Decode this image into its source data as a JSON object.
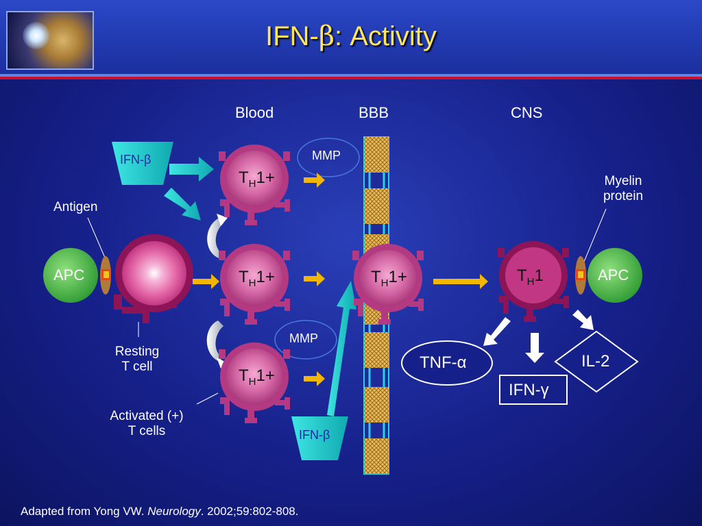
{
  "title": {
    "prefix": "IFN-",
    "beta": "β",
    "suffix": ": Activity"
  },
  "columns": {
    "blood": "Blood",
    "bbb": "BBB",
    "cns": "CNS"
  },
  "labels": {
    "antigen": "Antigen",
    "resting_line1": "Resting",
    "resting_line2": "T cell",
    "activated_line1": "Activated (+)",
    "activated_line2": "T cells",
    "myelin_line1": "Myelin",
    "myelin_line2": "protein"
  },
  "cells": {
    "apc": "APC",
    "th_T": "T",
    "th_H": "H",
    "th1_plus": "1+",
    "th1": "1"
  },
  "mmp": "MMP",
  "ifn_beta": "IFN-β",
  "cytokines": {
    "tnf": "TNF-α",
    "ifng": "IFN-γ",
    "il2": "IL-2"
  },
  "footer": {
    "prefix": "Adapted from Yong VW. ",
    "journal": "Neurology",
    "suffix": ". 2002;59:802-808."
  },
  "colors": {
    "header": "#2b48c8",
    "title": "#ffe45c",
    "apc": "#3fae3f",
    "tcell": "#c2408c",
    "resting": "#8d1557",
    "cyan": "#22d1d0",
    "arrow": "#f2b705",
    "bbb_block": "#e2b04a"
  }
}
